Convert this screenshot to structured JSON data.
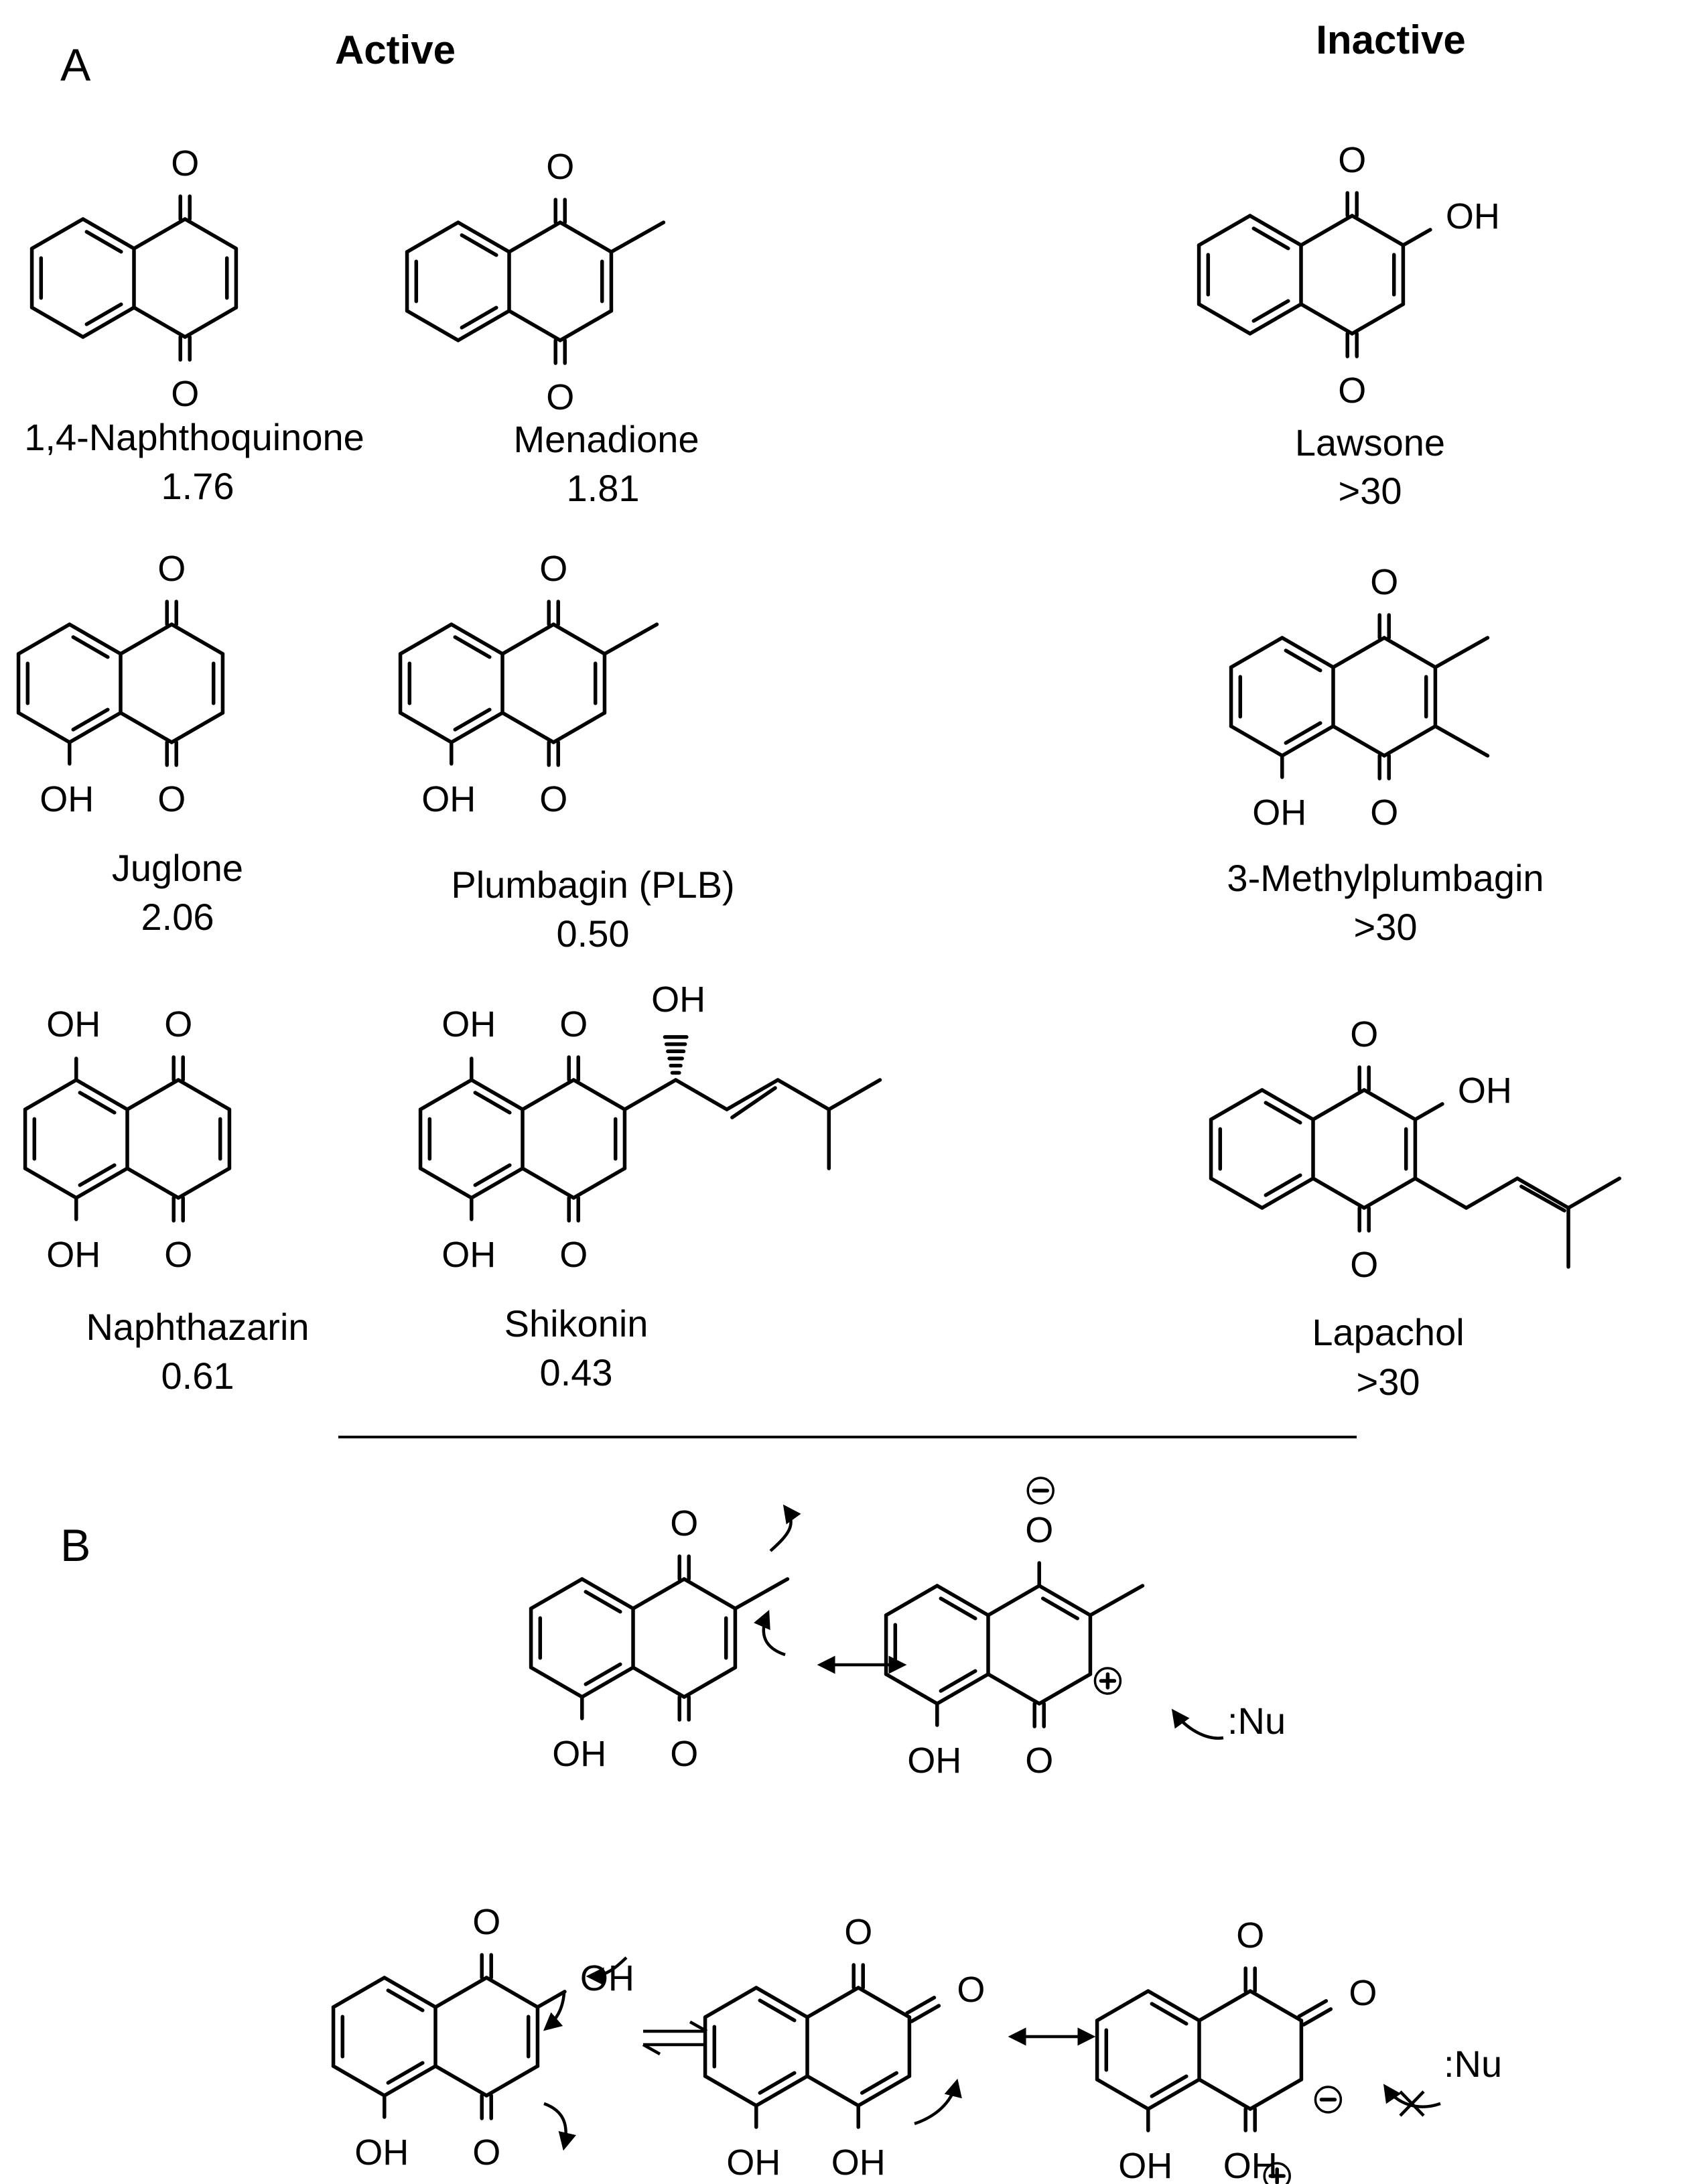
{
  "panels": {
    "a": "A",
    "b": "B"
  },
  "headers": {
    "active": "Active",
    "inactive": "Inactive"
  },
  "compounds": [
    {
      "name": "1,4-Naphthoquinone",
      "value": "1.76"
    },
    {
      "name": "Menadione",
      "value": "1.81"
    },
    {
      "name": "Lawsone",
      "value": ">30"
    },
    {
      "name": "Juglone",
      "value": "2.06"
    },
    {
      "name": "Plumbagin (PLB)",
      "value": "0.50"
    },
    {
      "name": "3-Methylplumbagin",
      "value": ">30"
    },
    {
      "name": "Naphthazarin",
      "value": "0.61"
    },
    {
      "name": "Shikonin",
      "value": "0.43"
    },
    {
      "name": "Lapachol",
      "value": ">30"
    }
  ],
  "atoms": {
    "oxygen": "O",
    "hydroxyl": "OH",
    "nucleophile": ":Nu"
  },
  "charges": {
    "plus": "+",
    "minus": "−"
  },
  "symbols": {
    "resonance": "↔",
    "equilibrium": "⇌",
    "blocked": "✕"
  },
  "colors": {
    "ink": "#000000",
    "background": "#ffffff"
  }
}
